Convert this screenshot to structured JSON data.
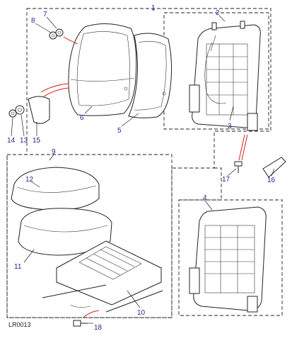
{
  "callouts": {
    "c1": "1",
    "c2": "2",
    "c3": "3",
    "c4": "4",
    "c5": "5",
    "c6": "6",
    "c7": "7",
    "c8": "8",
    "c9": "9",
    "c10": "10",
    "c11": "11",
    "c12": "12",
    "c13": "13",
    "c14": "14",
    "c15": "15",
    "c16": "16",
    "c17": "17",
    "c18": "18"
  },
  "diagram_code": "LR0013",
  "colors": {
    "callout": "#1a2a8c",
    "linework": "#222222",
    "accent": "#d62020"
  }
}
